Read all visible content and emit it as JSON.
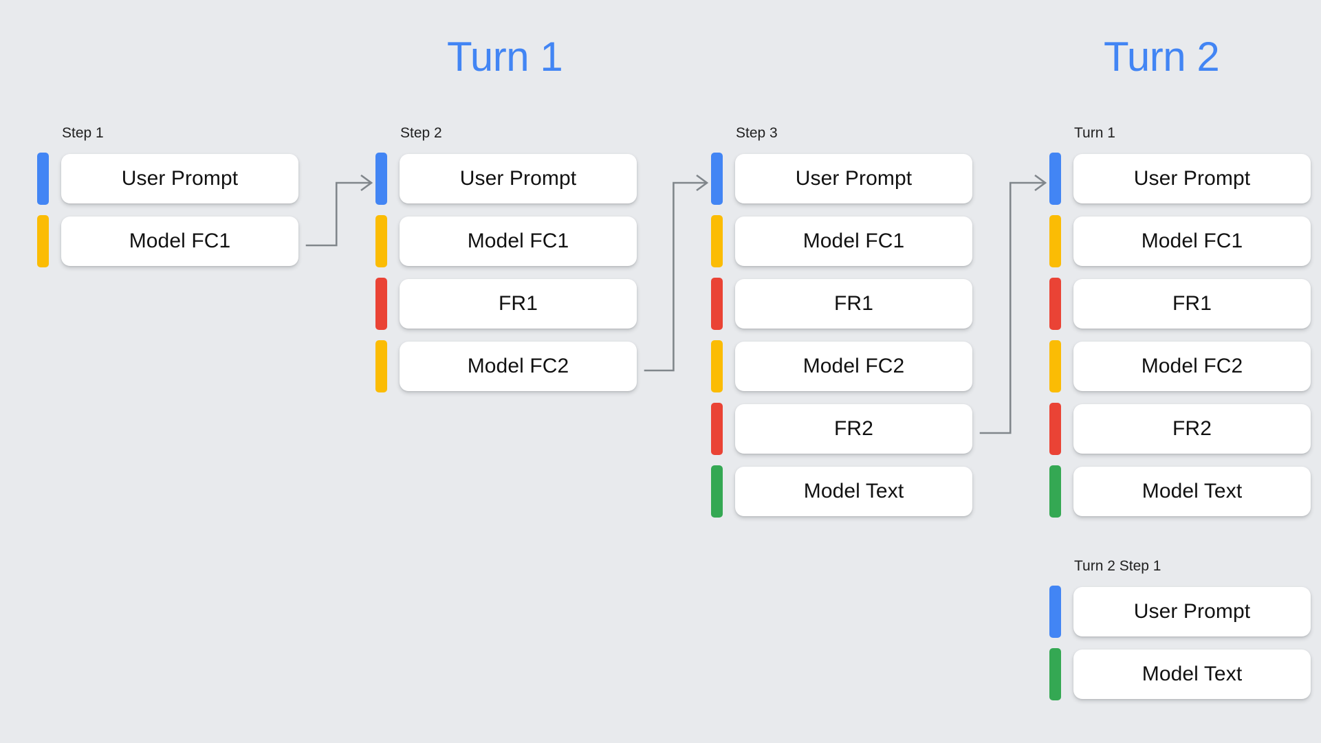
{
  "background_color": "#E8EAED",
  "palette": {
    "blue": "#4285F4",
    "yellow": "#FBBC04",
    "red": "#EA4335",
    "green": "#34A853",
    "accent_text": "#4285F4",
    "connector": "#80868B",
    "card_background": "#FFFFFF"
  },
  "headings": [
    {
      "id": "turn-1",
      "text": "Turn 1"
    },
    {
      "id": "turn-2",
      "text": "Turn 2"
    }
  ],
  "columns": [
    {
      "label": "Step 1",
      "rows": [
        {
          "color": "blue",
          "label": "User Prompt"
        },
        {
          "color": "yellow",
          "label": "Model FC1"
        }
      ]
    },
    {
      "label": "Step 2",
      "rows": [
        {
          "color": "blue",
          "label": "User Prompt"
        },
        {
          "color": "yellow",
          "label": "Model FC1"
        },
        {
          "color": "red",
          "label": "FR1"
        },
        {
          "color": "yellow",
          "label": "Model FC2"
        }
      ]
    },
    {
      "label": "Step 3",
      "rows": [
        {
          "color": "blue",
          "label": "User Prompt"
        },
        {
          "color": "yellow",
          "label": "Model FC1"
        },
        {
          "color": "red",
          "label": "FR1"
        },
        {
          "color": "yellow",
          "label": "Model FC2"
        },
        {
          "color": "red",
          "label": "FR2"
        },
        {
          "color": "green",
          "label": "Model Text"
        }
      ]
    },
    {
      "label": "Turn 1",
      "rows": [
        {
          "color": "blue",
          "label": "User Prompt"
        },
        {
          "color": "yellow",
          "label": "Model FC1"
        },
        {
          "color": "red",
          "label": "FR1"
        },
        {
          "color": "yellow",
          "label": "Model FC2"
        },
        {
          "color": "red",
          "label": "FR2"
        },
        {
          "color": "green",
          "label": "Model Text"
        }
      ]
    },
    {
      "label": "Turn 2 Step 1",
      "rows": [
        {
          "color": "blue",
          "label": "User Prompt"
        },
        {
          "color": "green",
          "label": "Model Text"
        }
      ]
    }
  ],
  "connectors": [
    {
      "name": "step1-to-step2",
      "from_column": 0,
      "from_row": 1,
      "to_column": 1,
      "to_row": 0
    },
    {
      "name": "step2-to-step3",
      "from_column": 1,
      "from_row": 3,
      "to_column": 2,
      "to_row": 0
    },
    {
      "name": "step3-to-turn1",
      "from_column": 2,
      "from_row": 4,
      "to_column": 3,
      "to_row": 0
    }
  ]
}
